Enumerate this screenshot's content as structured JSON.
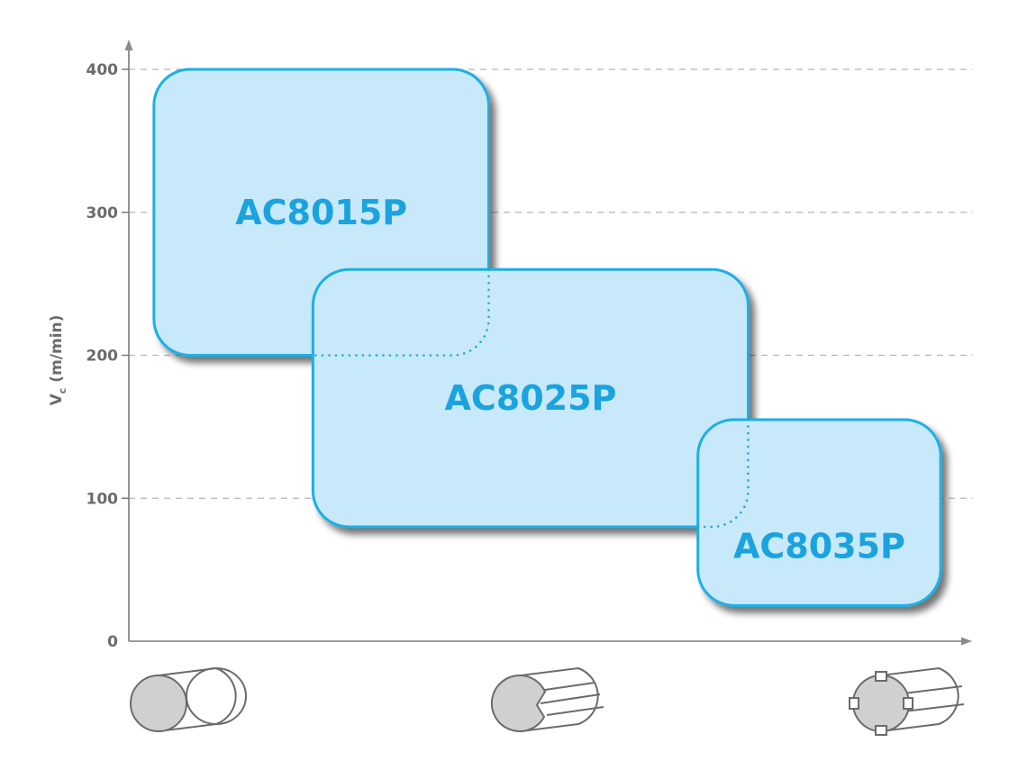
{
  "chart_data": {
    "type": "range-boxes",
    "ylabel": "V",
    "ylabel_sub": "c",
    "ylabel_unit": "(m/min)",
    "ylim": [
      0,
      400
    ],
    "yticks": [
      "0",
      "100",
      "200",
      "300",
      "400"
    ],
    "grid": "dashed horizontal",
    "x_categories": [
      "continuous cutting",
      "light interrupted cutting",
      "heavy interrupted cutting"
    ],
    "grades": [
      {
        "name": "AC8015P",
        "x_range": [
          0.03,
          0.43
        ],
        "vc_range": [
          200,
          400
        ]
      },
      {
        "name": "AC8025P",
        "x_range": [
          0.22,
          0.74
        ],
        "vc_range": [
          80,
          260
        ]
      },
      {
        "name": "AC8035P",
        "x_range": [
          0.68,
          0.97
        ],
        "vc_range": [
          25,
          155
        ]
      }
    ],
    "colors": {
      "box_fill": "#c8e9f9",
      "box_stroke": "#1ab0e6",
      "text": "#1aa3df",
      "overlap_dots": "#22a9d8",
      "axis": "#7a7a7a",
      "grid": "#b5b5b5",
      "icon_fill": "#d0d0d0",
      "icon_stroke": "#6b6b6b"
    }
  }
}
